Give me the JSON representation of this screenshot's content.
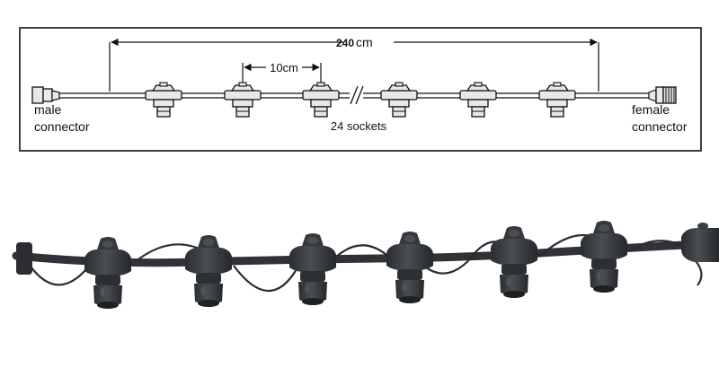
{
  "diagram": {
    "dimension_total": {
      "value": "240",
      "unit": "cm"
    },
    "dimension_spacing": "10cm",
    "left_label": [
      "male",
      "connector"
    ],
    "right_label": [
      "female",
      "connector"
    ],
    "socket_label": "24 sockets"
  },
  "colors": {
    "line": "#111111",
    "socket_fill": "#e8e8e8",
    "cable_photo": "#2f3236",
    "socket_photo": "#3a3d41"
  }
}
